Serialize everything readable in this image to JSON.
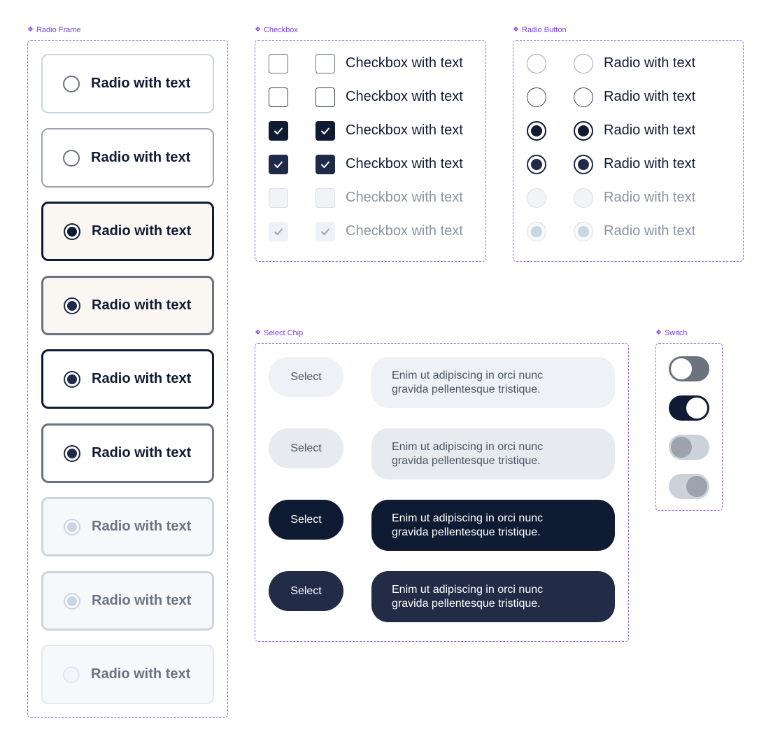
{
  "sections": {
    "radio_frame": "Radio Frame",
    "checkbox": "Checkbox",
    "radio_button": "Radio Button",
    "select_chip": "Select Chip",
    "switch": "Switch"
  },
  "section_icon": "component-diamond-icon",
  "radio_frame_items": [
    {
      "label": "Radio with text",
      "state": "unselected"
    },
    {
      "label": "Radio with text",
      "state": "unselected-hover"
    },
    {
      "label": "Radio with text",
      "state": "selected-focus"
    },
    {
      "label": "Radio with text",
      "state": "selected-hover"
    },
    {
      "label": "Radio with text",
      "state": "selected"
    },
    {
      "label": "Radio with text",
      "state": "selected-alt"
    },
    {
      "label": "Radio with text",
      "state": "disabled-selected"
    },
    {
      "label": "Radio with text",
      "state": "disabled-selected-alt"
    },
    {
      "label": "Radio with text",
      "state": "disabled-unselected"
    }
  ],
  "checkbox_items": [
    {
      "label": "Checkbox with text",
      "state": "unchecked"
    },
    {
      "label": "Checkbox with text",
      "state": "unchecked-hover"
    },
    {
      "label": "Checkbox with text",
      "state": "checked"
    },
    {
      "label": "Checkbox with text",
      "state": "checked-hover"
    },
    {
      "label": "Checkbox with text",
      "state": "disabled"
    },
    {
      "label": "Checkbox with text",
      "state": "disabled-checked"
    }
  ],
  "radio_button_items": [
    {
      "label": "Radio with text",
      "state": "unselected"
    },
    {
      "label": "Radio with text",
      "state": "unselected-hover"
    },
    {
      "label": "Radio with text",
      "state": "selected"
    },
    {
      "label": "Radio with text",
      "state": "selected-hover"
    },
    {
      "label": "Radio with text",
      "state": "disabled"
    },
    {
      "label": "Radio with text",
      "state": "disabled-selected"
    }
  ],
  "select_chips": [
    {
      "short": "Select",
      "long_line1": "Enim ut adipiscing in orci nunc",
      "long_line2": "gravida pellentesque tristique.",
      "state": "default"
    },
    {
      "short": "Select",
      "long_line1": "Enim ut adipiscing in orci nunc",
      "long_line2": "gravida pellentesque tristique.",
      "state": "hover"
    },
    {
      "short": "Select",
      "long_line1": "Enim ut adipiscing in orci nunc",
      "long_line2": "gravida pellentesque tristique.",
      "state": "selected"
    },
    {
      "short": "Select",
      "long_line1": "Enim ut adipiscing in orci nunc",
      "long_line2": "gravida pellentesque tristique.",
      "state": "selected-hover"
    }
  ],
  "switches": [
    {
      "state": "off"
    },
    {
      "state": "on"
    },
    {
      "state": "disabled-off"
    },
    {
      "state": "disabled-on"
    }
  ],
  "colors": {
    "accent_dashed": "#8B5CF6",
    "label_purple": "#7B3FE4",
    "navy": "#0F1B33",
    "navy_hover": "#1E2A47",
    "card_selected_bg": "#FAF7F2",
    "disabled_bg": "#F3F5F8",
    "chip_bg": "#EEF1F5"
  }
}
